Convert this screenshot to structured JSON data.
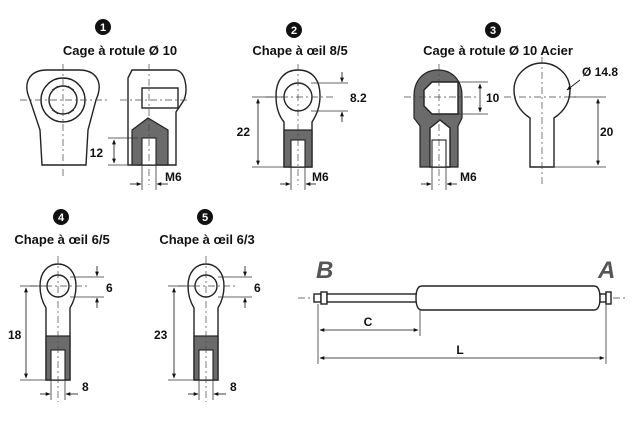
{
  "parts": [
    {
      "number": "1",
      "title": "Cage à rotule Ø 10",
      "dims": {
        "height": "12",
        "thread": "M6"
      }
    },
    {
      "number": "2",
      "title": "Chape à œil 8/5",
      "dims": {
        "hole": "8.2",
        "height": "22",
        "thread": "M6"
      }
    },
    {
      "number": "3",
      "title": "Cage à rotule Ø 10 Acier",
      "dims": {
        "ball": "Ø 14.8",
        "hole": "10",
        "height": "20",
        "thread": "M6"
      }
    },
    {
      "number": "4",
      "title": "Chape à œil 6/5",
      "dims": {
        "hole": "6",
        "height": "18",
        "width": "8"
      }
    },
    {
      "number": "5",
      "title": "Chape à œil 6/3",
      "dims": {
        "hole": "6",
        "height": "23",
        "width": "8"
      }
    }
  ],
  "spring": {
    "end_b": "B",
    "end_a": "A",
    "stroke_label": "C",
    "length_label": "L"
  },
  "colors": {
    "sleeve": "#6b6b6b",
    "line": "#222222"
  }
}
